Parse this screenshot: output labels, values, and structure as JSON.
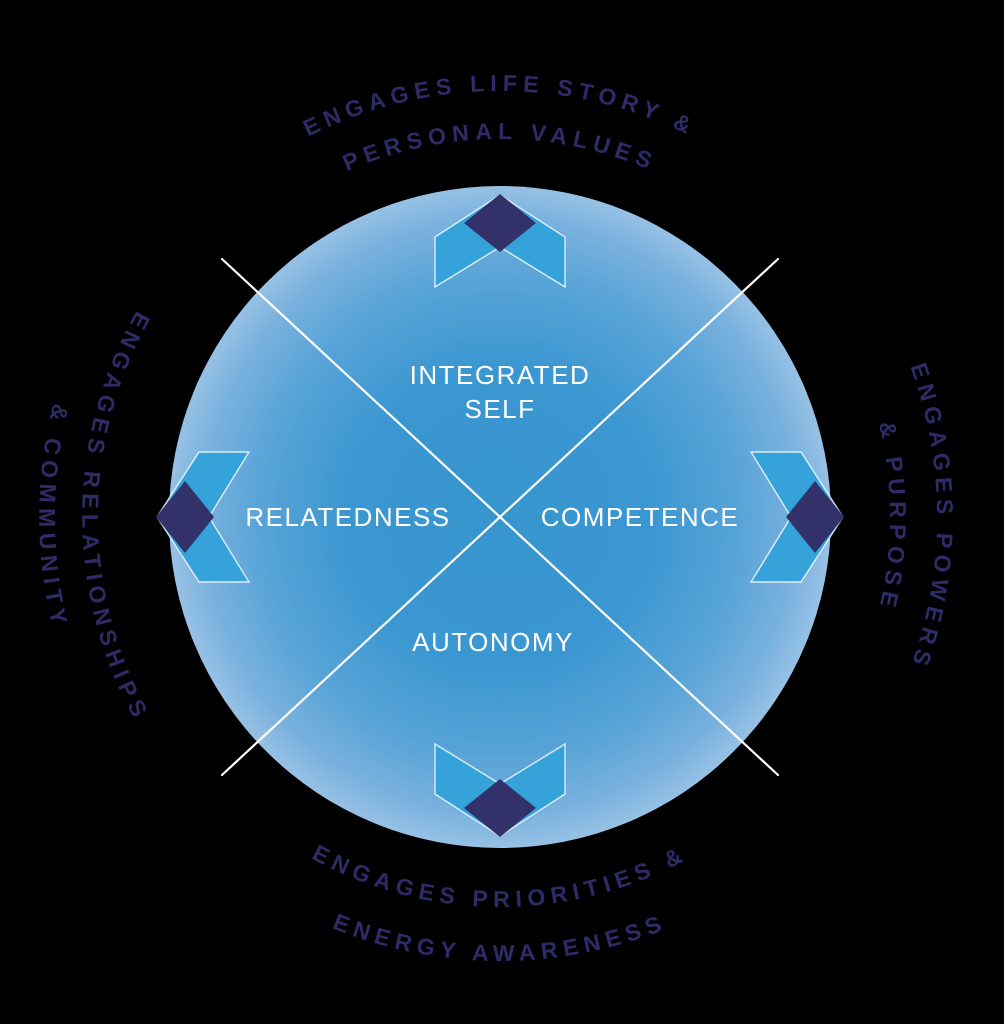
{
  "diagram": {
    "type": "circular-quadrant-diagram",
    "quadrants": {
      "top": {
        "line1": "INTEGRATED",
        "line2": "SELF"
      },
      "left": {
        "label": "RELATEDNESS"
      },
      "right": {
        "label": "COMPETENCE"
      },
      "bottom": {
        "label": "AUTONOMY"
      }
    },
    "arc_labels": {
      "top": {
        "line1": "ENGAGES LIFE STORY &",
        "line2": "PERSONAL VALUES"
      },
      "right": {
        "line1": "ENGAGES POWERS",
        "line2": "& PURPOSE"
      },
      "bottom": {
        "line1": "ENGAGES PRIORITIES &",
        "line2": "ENERGY AWARENESS"
      },
      "left": {
        "line1": "ENGAGES RELATIONSHIPS",
        "line2": "& COMMUNITY"
      }
    },
    "colors": {
      "background": "#000000",
      "circle_center": "#3795CE",
      "circle_edge": "#93BFE4",
      "chevron_blue": "#35A3DA",
      "diamond_navy": "#333169",
      "arc_text_navy": "#2E2B66",
      "quadrant_text_white": "#FFFFFF",
      "divider_white": "#FFFFFF"
    }
  }
}
